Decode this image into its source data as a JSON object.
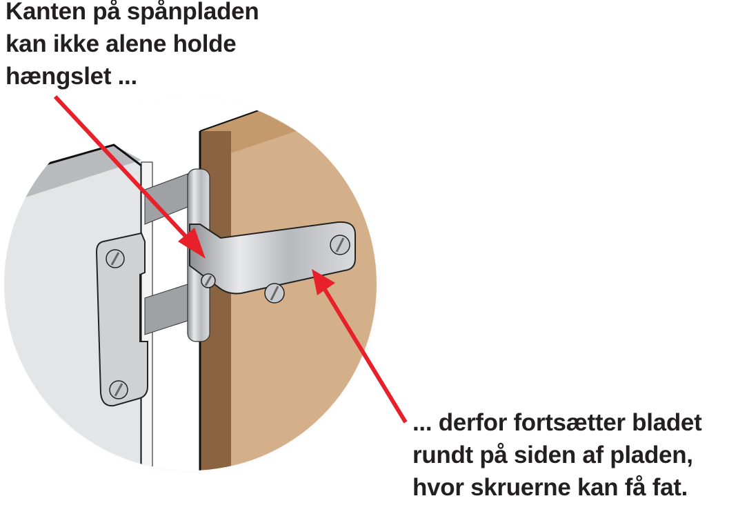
{
  "captions": {
    "top": [
      "Kanten på spånpladen",
      "kan ikke alene holde",
      "hængslet ..."
    ],
    "bottom": [
      "... derfor fortsætter bladet",
      "rundt på siden af pladen,",
      "hvor skruerne kan få fat."
    ]
  },
  "colors": {
    "arrow": "#e8202a",
    "wood_face": "#d4b08a",
    "wood_edge": "#8a6440",
    "wood_top": "#c49a6c",
    "panel": "#e4e5e7",
    "metal": "#c5c7ca"
  }
}
